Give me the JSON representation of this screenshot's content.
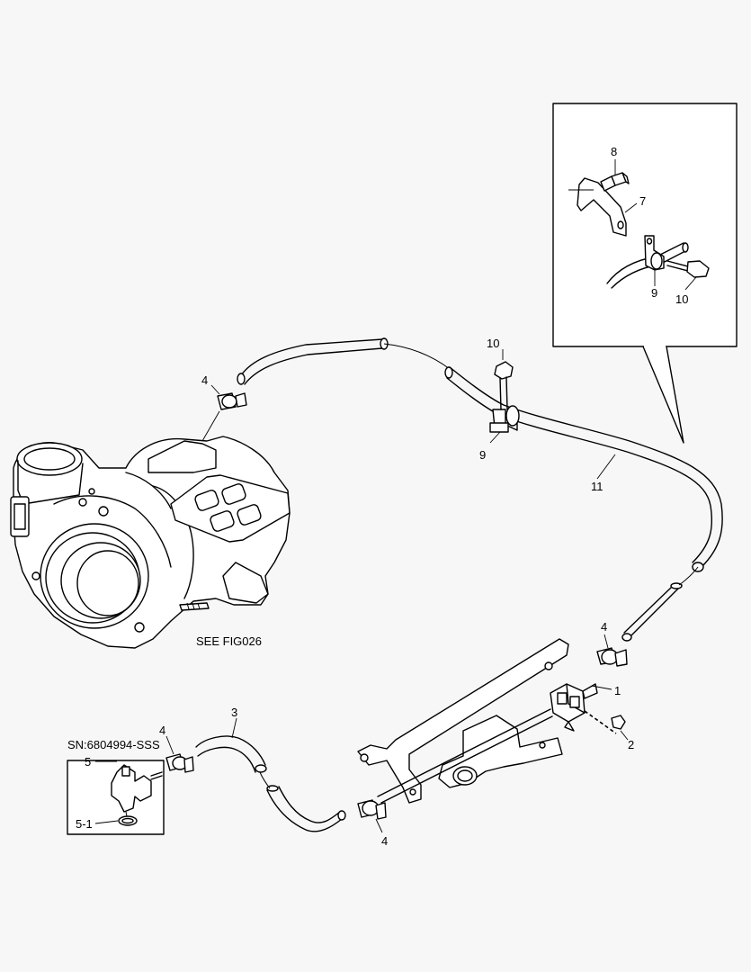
{
  "reference_note": "SEE FIG026",
  "serial_note": "SN:6804994-SSS",
  "callouts": {
    "c1": "1",
    "c2": "2",
    "c3": "3",
    "c4a": "4",
    "c4b": "4",
    "c4c": "4",
    "c4d": "4",
    "c5": "5",
    "c5_1": "5-1",
    "c7": "7",
    "c8": "8",
    "c9a": "9",
    "c9b": "9",
    "c10a": "10",
    "c10b": "10",
    "c11": "11"
  }
}
